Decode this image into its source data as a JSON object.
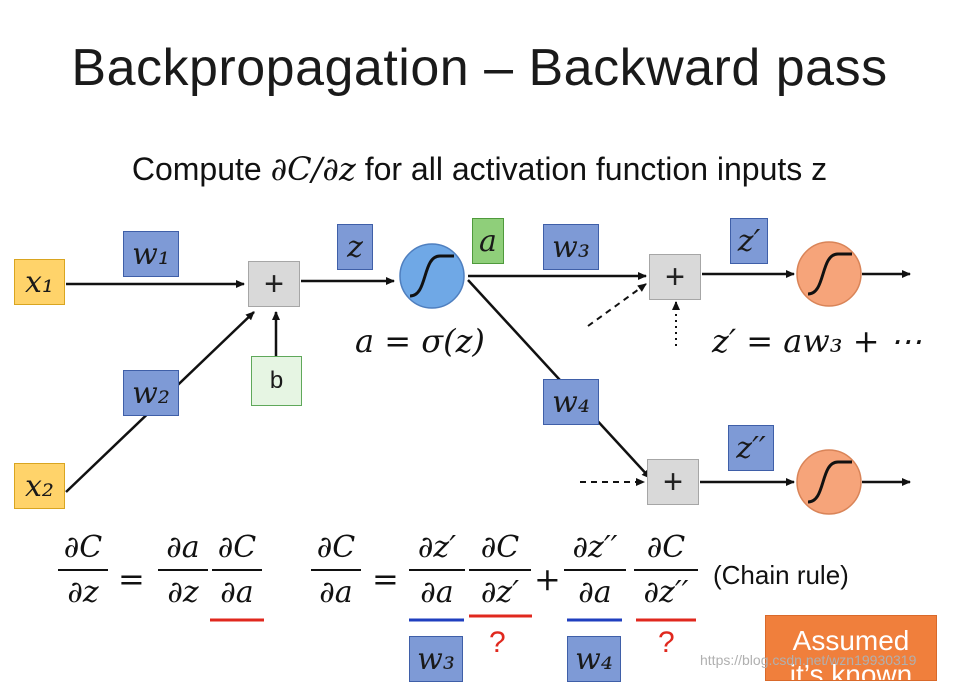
{
  "title": "Backpropagation – Backward pass",
  "subtitle": {
    "prefix": "Compute ",
    "math": "∂C/∂z",
    "suffix": " for all activation function inputs z"
  },
  "nodes": {
    "x1": "x₁",
    "x2": "x₂",
    "w1": "w₁",
    "w2": "w₂",
    "w3": "w₃",
    "w4": "w₄",
    "z": "z",
    "a": "a",
    "b": "b",
    "z_prime": "z′",
    "z_double_prime": "z′′",
    "plus": "+"
  },
  "labels": {
    "activation": "a = σ(z)",
    "z_prime_eq": "z′ = aw₃ + ⋯"
  },
  "equations": {
    "eq1": {
      "lhs_num": "∂C",
      "lhs_den": "∂z",
      "t1_num": "∂a",
      "t1_den": "∂z",
      "t2_num": "∂C",
      "t2_den": "∂a"
    },
    "eq2": {
      "lhs_num": "∂C",
      "lhs_den": "∂a",
      "t1_num": "∂z′",
      "t1_den": "∂a",
      "t2_num": "∂C",
      "t2_den": "∂z′",
      "t3_num": "∂z′′",
      "t3_den": "∂a",
      "t4_num": "∂C",
      "t4_den": "∂z′′"
    },
    "equals": "=",
    "plus": "+",
    "chain_rule": "(Chain rule)",
    "w3_box": "w₃",
    "w4_box": "w₄",
    "q1": "?",
    "q2": "?"
  },
  "note": {
    "line1": "Assumed",
    "line2": "it’s known"
  },
  "watermark": "https://blog.csdn.net/wzn19930319",
  "colors": {
    "weight_box": "#7e9ad6",
    "input_box": "#ffd36a",
    "a_box": "#8fcf7a",
    "blue_neuron": "#6fa8e6",
    "orange_neuron": "#f6a47a",
    "red_underline": "#e0281e",
    "blue_underline": "#1f3fbf",
    "note_bg": "#f07f3c"
  }
}
